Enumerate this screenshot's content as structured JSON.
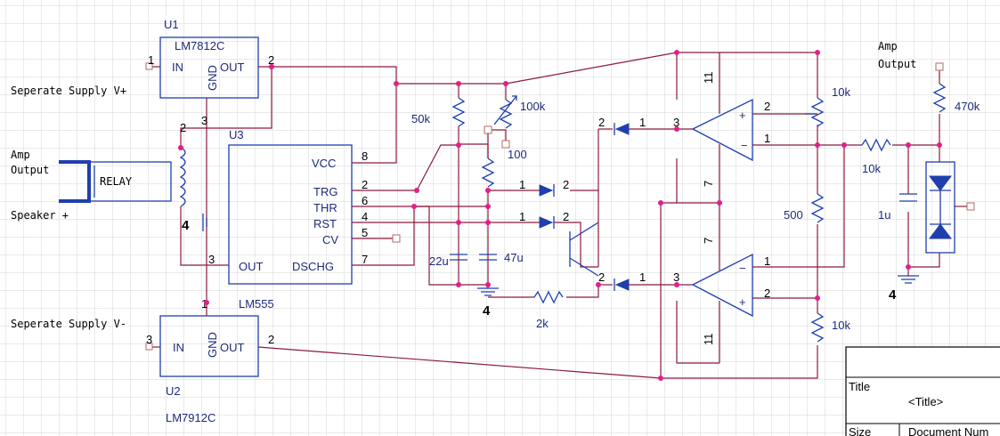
{
  "diagram": {
    "colors": {
      "wire": "#8b1a3c",
      "component": "#1f3fae",
      "junction": "#e0208a",
      "grid": "#d6d6d6"
    },
    "u1": {
      "ref": "U1",
      "part": "LM7812C",
      "in": "IN",
      "gnd": "GND",
      "out": "OUT",
      "pin_in": "1",
      "pin_out": "2",
      "pin_gnd": "3"
    },
    "u2": {
      "ref": "U2",
      "part": "LM7912C",
      "in": "IN",
      "gnd": "GND",
      "out": "OUT",
      "pin_in": "3",
      "pin_out": "2",
      "pin_gnd": "1"
    },
    "u3": {
      "ref": "U3",
      "part": "LM555",
      "vcc": "VCC",
      "trg": "TRG",
      "thr": "THR",
      "rst": "RST",
      "cv": "CV",
      "out": "OUT",
      "dschg": "DSCHG",
      "p8": "8",
      "p2": "2",
      "p6": "6",
      "p4": "4",
      "p5": "5",
      "p7": "7",
      "p3": "3"
    },
    "relay": {
      "label": "RELAY",
      "pin_top": "2",
      "pin_bot": "4"
    },
    "texts": {
      "sep_pos": "Seperate Supply V+",
      "sep_neg": "Seperate Supply V-",
      "amp_out_left_1": "Amp",
      "amp_out_left_2": "Output",
      "speaker": "Speaker +",
      "amp_out_right_1": "Amp",
      "amp_out_right_2": "Output",
      "gnd_4_a": "4",
      "gnd_4_b": "4"
    },
    "parts": {
      "r_50k": "50k",
      "pot_100k": "100k",
      "r_100": "100",
      "c_22u": "22u",
      "c_47u": "47u",
      "r_2k": "2k",
      "r_10k_a": "10k",
      "r_500": "500",
      "r_10k_b": "10k",
      "r_10k_in": "10k",
      "c_1u": "1u",
      "r_470k": "470k"
    },
    "pins": {
      "d1_1": "1",
      "d1_2": "2",
      "d2_1": "1",
      "d2_2": "2",
      "d3_1": "1",
      "d3_2": "2",
      "d4_1": "1",
      "d4_2": "2",
      "oa1_in_p": "2",
      "oa1_in_n": "1",
      "oa1_out": "3",
      "oa1_vp": "11",
      "oa1_vn": "7",
      "oa2_in_n": "1",
      "oa2_in_p": "2",
      "oa2_out": "3",
      "oa2_vp": "7",
      "oa2_vn": "11"
    },
    "title_block": {
      "title_label": "Title",
      "title_value": "<Title>",
      "size_label": "Size",
      "docnum_label": "Document Num"
    }
  }
}
